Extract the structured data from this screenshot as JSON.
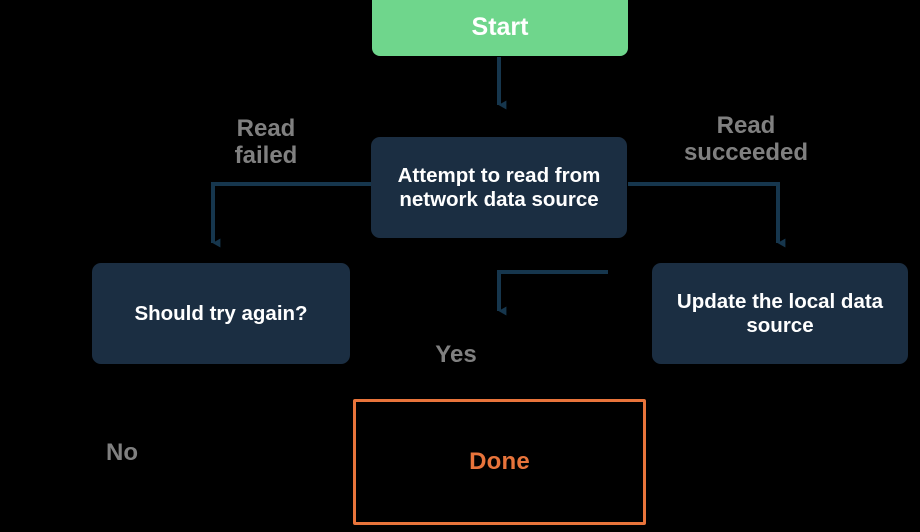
{
  "diagram": {
    "title": "Network read retry flowchart",
    "background_color": "#000000",
    "colors": {
      "start_fill": "#6FD68C",
      "process_fill": "#1B2E42",
      "node_text": "#FFFFFF",
      "edge_stroke": "#16364D",
      "edge_label": "#808080",
      "highlight_border": "#E8743B",
      "highlight_text": "#E8743B"
    },
    "nodes": [
      {
        "id": "start",
        "label": "Start",
        "shape": "rounded-rect",
        "fill": "#6FD68C",
        "text_color": "#FFFFFF"
      },
      {
        "id": "attempt",
        "label": "Attempt to read from network data source",
        "shape": "rounded-rect",
        "fill": "#1B2E42",
        "text_color": "#FFFFFF"
      },
      {
        "id": "retry",
        "label": "Should try again?",
        "shape": "rounded-rect",
        "fill": "#1B2E42",
        "text_color": "#FFFFFF"
      },
      {
        "id": "update",
        "label": "Update the local data source",
        "shape": "rounded-rect",
        "fill": "#1B2E42",
        "text_color": "#FFFFFF"
      },
      {
        "id": "done",
        "label": "Done",
        "shape": "rect-outline",
        "fill": "transparent",
        "text_color": "#E8743B",
        "border_color": "#E8743B"
      }
    ],
    "edges": [
      {
        "id": "start-to-attempt",
        "from": "start",
        "to": "attempt",
        "label": ""
      },
      {
        "id": "attempt-to-retry",
        "from": "attempt",
        "to": "retry",
        "label": "Read\nfailed"
      },
      {
        "id": "attempt-to-update",
        "from": "attempt",
        "to": "update",
        "label": "Read\nsucceeded"
      },
      {
        "id": "retry-yes-to-attempt",
        "from": "retry",
        "to": "attempt",
        "label": "Yes"
      },
      {
        "id": "retry-no-to-done",
        "from": "retry",
        "to": "done",
        "label": "No"
      }
    ]
  }
}
